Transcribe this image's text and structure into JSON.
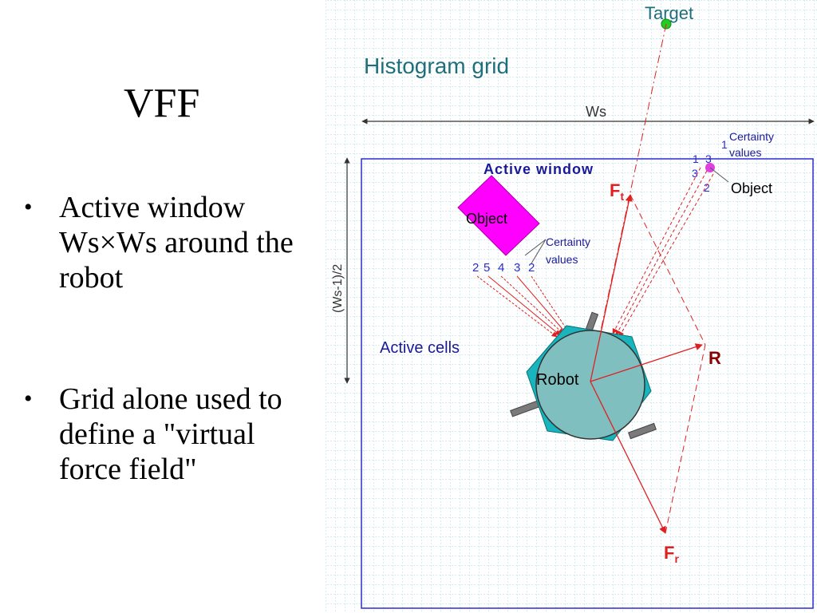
{
  "slide": {
    "title": "VFF",
    "bullets": [
      "Active window Ws×Ws around the robot",
      "Grid alone used to define a \"virtual force field\""
    ]
  },
  "diagram": {
    "title": "Histogram grid",
    "target_label": "Target",
    "ws_label": "Ws",
    "half_ws_label": "(Ws-1)/2",
    "active_window_label": "Active window",
    "active_cells_label": "Active cells",
    "robot_label": "Robot",
    "object_rect_label": "Object",
    "object_dot_label": "Object",
    "certainty_label_1": "Certainty\nvalues",
    "certainty_label_2": "Certainty\nvalues",
    "certainty_digits_left": [
      "2",
      "5",
      "4",
      "3",
      "2"
    ],
    "certainty_digits_right": [
      "1",
      "3",
      "1",
      "3",
      "2"
    ],
    "force_labels": {
      "ft_main": "F",
      "ft_sub": "t",
      "fr_main": "F",
      "fr_sub": "r",
      "r": "R"
    },
    "colors": {
      "grid": "#a8d8e8",
      "window": "#2b2bd0",
      "arrow": "#e02020",
      "robot": "#7fbfbf",
      "robot_hex": "#19b4bc",
      "object": "#ff00ff",
      "target": "#22cc22",
      "text_blue": "#1a1a99",
      "text_teal": "#1f6f7a"
    }
  }
}
